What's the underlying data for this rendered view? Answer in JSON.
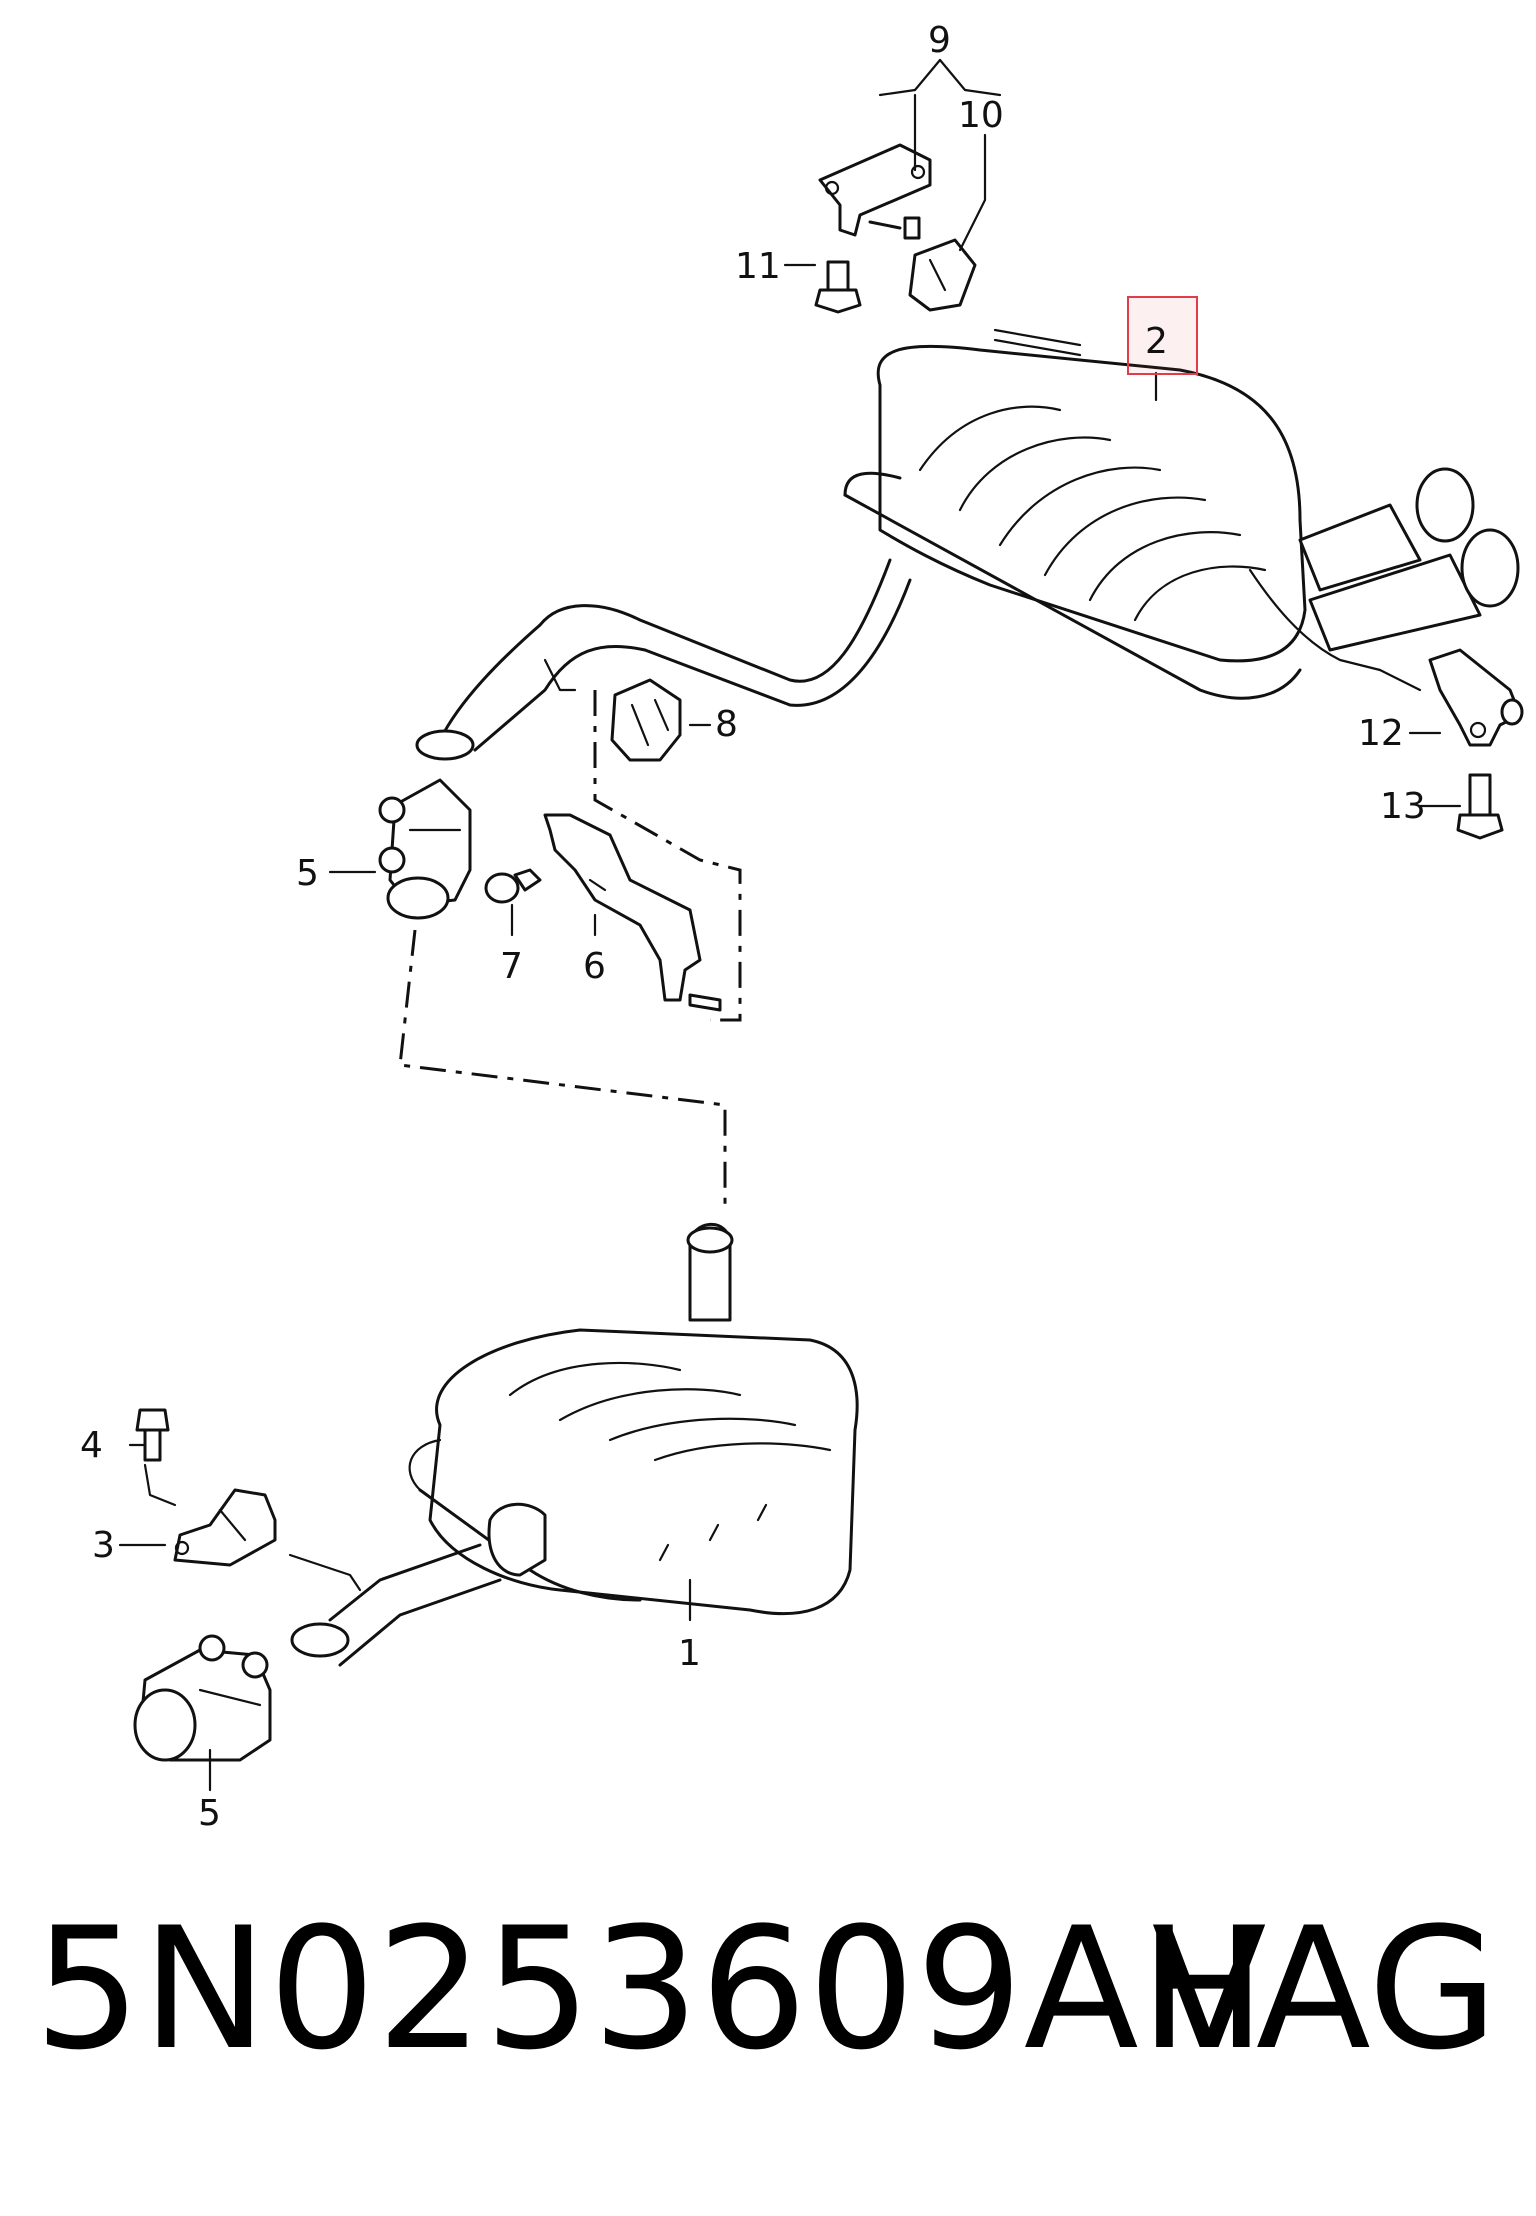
{
  "callouts": {
    "c1": "1",
    "c2": "2",
    "c3": "3",
    "c4": "4",
    "c5a": "5",
    "c5b": "5",
    "c6": "6",
    "c7": "7",
    "c8": "8",
    "c9": "9",
    "c10": "10",
    "c11": "11",
    "c12": "12",
    "c13": "13"
  },
  "highlight_color": "#e23b4a",
  "footer": {
    "part_number": "5N0253609AH",
    "brand": "VAG"
  }
}
